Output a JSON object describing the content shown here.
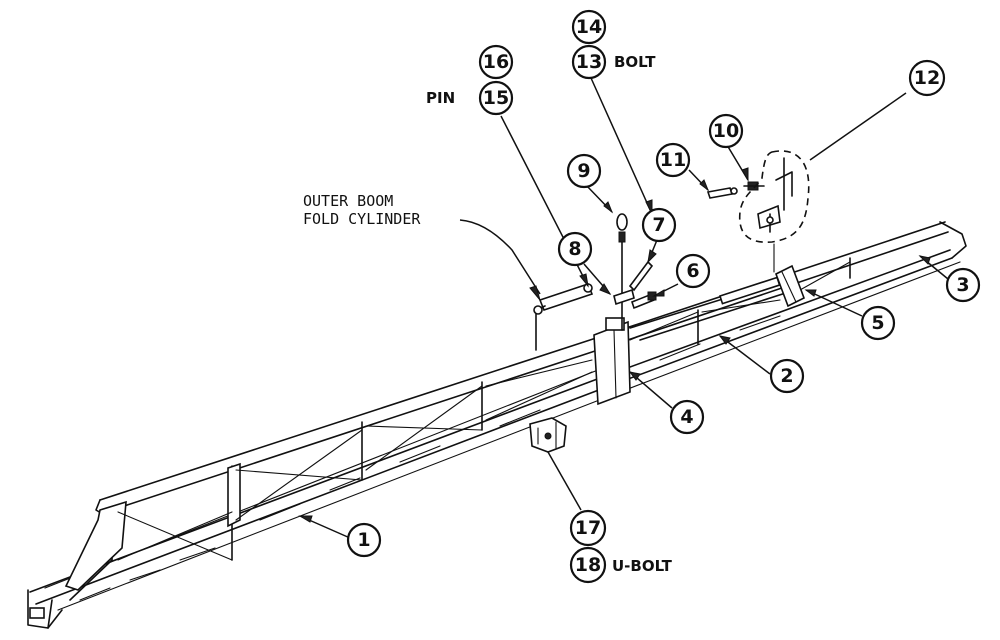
{
  "callouts": [
    "1",
    "2",
    "3",
    "4",
    "5",
    "6",
    "7",
    "8",
    "9",
    "10",
    "11",
    "12",
    "13",
    "14",
    "15",
    "16",
    "17",
    "18"
  ],
  "labels": {
    "outer_boom_line1": "OUTER BOOM",
    "outer_boom_line2": "FOLD CYLINDER",
    "bolt": "BOLT",
    "pin": "PIN",
    "ubolt": "U-BOLT"
  }
}
